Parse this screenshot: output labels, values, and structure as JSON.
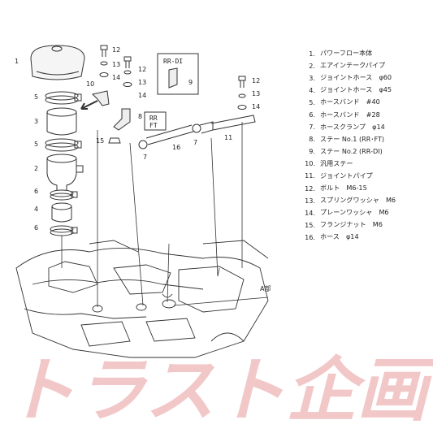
{
  "callouts": {
    "1": "1",
    "2": "2",
    "3": "3",
    "4": "4",
    "5": "5",
    "6": "6",
    "7": "7",
    "8": "8",
    "9": "9",
    "10": "10",
    "11": "11",
    "12": "12",
    "13": "13",
    "14": "14",
    "15": "15",
    "16": "16"
  },
  "variant_box_di": "RR-DI",
  "variant_box_ft_line1": "RR",
  "variant_box_ft_line2": "FT",
  "detail_label": "A部",
  "parts_list": [
    {
      "no": "1.",
      "name": "パワーフロー本体"
    },
    {
      "no": "2.",
      "name": "エアインテークパイプ"
    },
    {
      "no": "3.",
      "name": "ジョイントホース　φ60"
    },
    {
      "no": "4.",
      "name": "ジョイントホース　φ45"
    },
    {
      "no": "5.",
      "name": "ホースバンド　#40"
    },
    {
      "no": "6.",
      "name": "ホースバンド　#28"
    },
    {
      "no": "7.",
      "name": "ホースクランプ　φ14"
    },
    {
      "no": "8.",
      "name": "ステー No.1 (RR･FT)"
    },
    {
      "no": "9.",
      "name": "ステー No.2 (RR-DI)"
    },
    {
      "no": "10.",
      "name": "汎用ステー"
    },
    {
      "no": "11.",
      "name": "ジョイントパイプ"
    },
    {
      "no": "12.",
      "name": "ボルト　M6-15"
    },
    {
      "no": "13.",
      "name": "スプリングワッシャ　M6"
    },
    {
      "no": "14.",
      "name": "プレーンワッシャ　M6"
    },
    {
      "no": "15.",
      "name": "フランジナット　M6"
    },
    {
      "no": "16.",
      "name": "ホース　φ14"
    }
  ],
  "watermark": "トラスト企画",
  "colors": {
    "line": "#333333",
    "watermark": "#f2c7c7"
  }
}
